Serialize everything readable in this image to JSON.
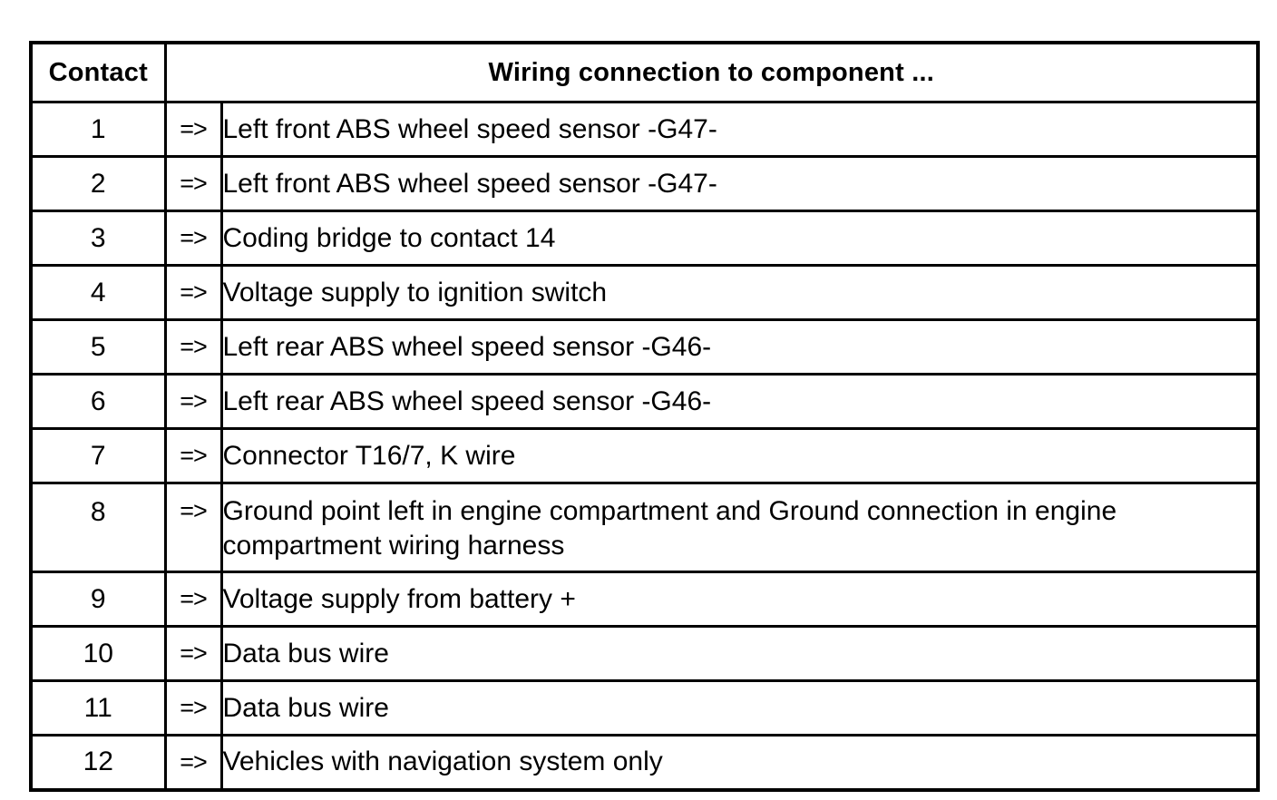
{
  "document": {
    "type": "table",
    "title": "Contact wiring connection reference"
  },
  "table": {
    "headers": {
      "contact": "Contact",
      "wiring": "Wiring connection to component ..."
    },
    "arrow_symbol": "=>",
    "rows": [
      {
        "contact": "1",
        "arrow": "=>",
        "description": "Left front ABS wheel speed sensor -G47-"
      },
      {
        "contact": "2",
        "arrow": "=>",
        "description": "Left front ABS wheel speed sensor -G47-"
      },
      {
        "contact": "3",
        "arrow": "=>",
        "description": "Coding bridge to contact 14"
      },
      {
        "contact": "4",
        "arrow": "=>",
        "description": "Voltage supply to ignition switch"
      },
      {
        "contact": "5",
        "arrow": "=>",
        "description": "Left rear ABS wheel speed sensor -G46-"
      },
      {
        "contact": "6",
        "arrow": "=>",
        "description": "Left rear ABS wheel speed sensor -G46-"
      },
      {
        "contact": "7",
        "arrow": "=>",
        "description": "Connector T16/7, K wire"
      },
      {
        "contact": "8",
        "arrow": "=>",
        "description": "Ground point left in engine compartment and Ground connection in engine compartment wiring harness"
      },
      {
        "contact": "9",
        "arrow": "=>",
        "description": "Voltage supply from battery +"
      },
      {
        "contact": "10",
        "arrow": "=>",
        "description": "Data bus wire"
      },
      {
        "contact": "11",
        "arrow": "=>",
        "description": "Data bus wire"
      },
      {
        "contact": "12",
        "arrow": "=>",
        "description": " Vehicles with navigation system only"
      }
    ]
  },
  "colors": {
    "background": "#ffffff",
    "text": "#000000",
    "border": "#000000"
  }
}
